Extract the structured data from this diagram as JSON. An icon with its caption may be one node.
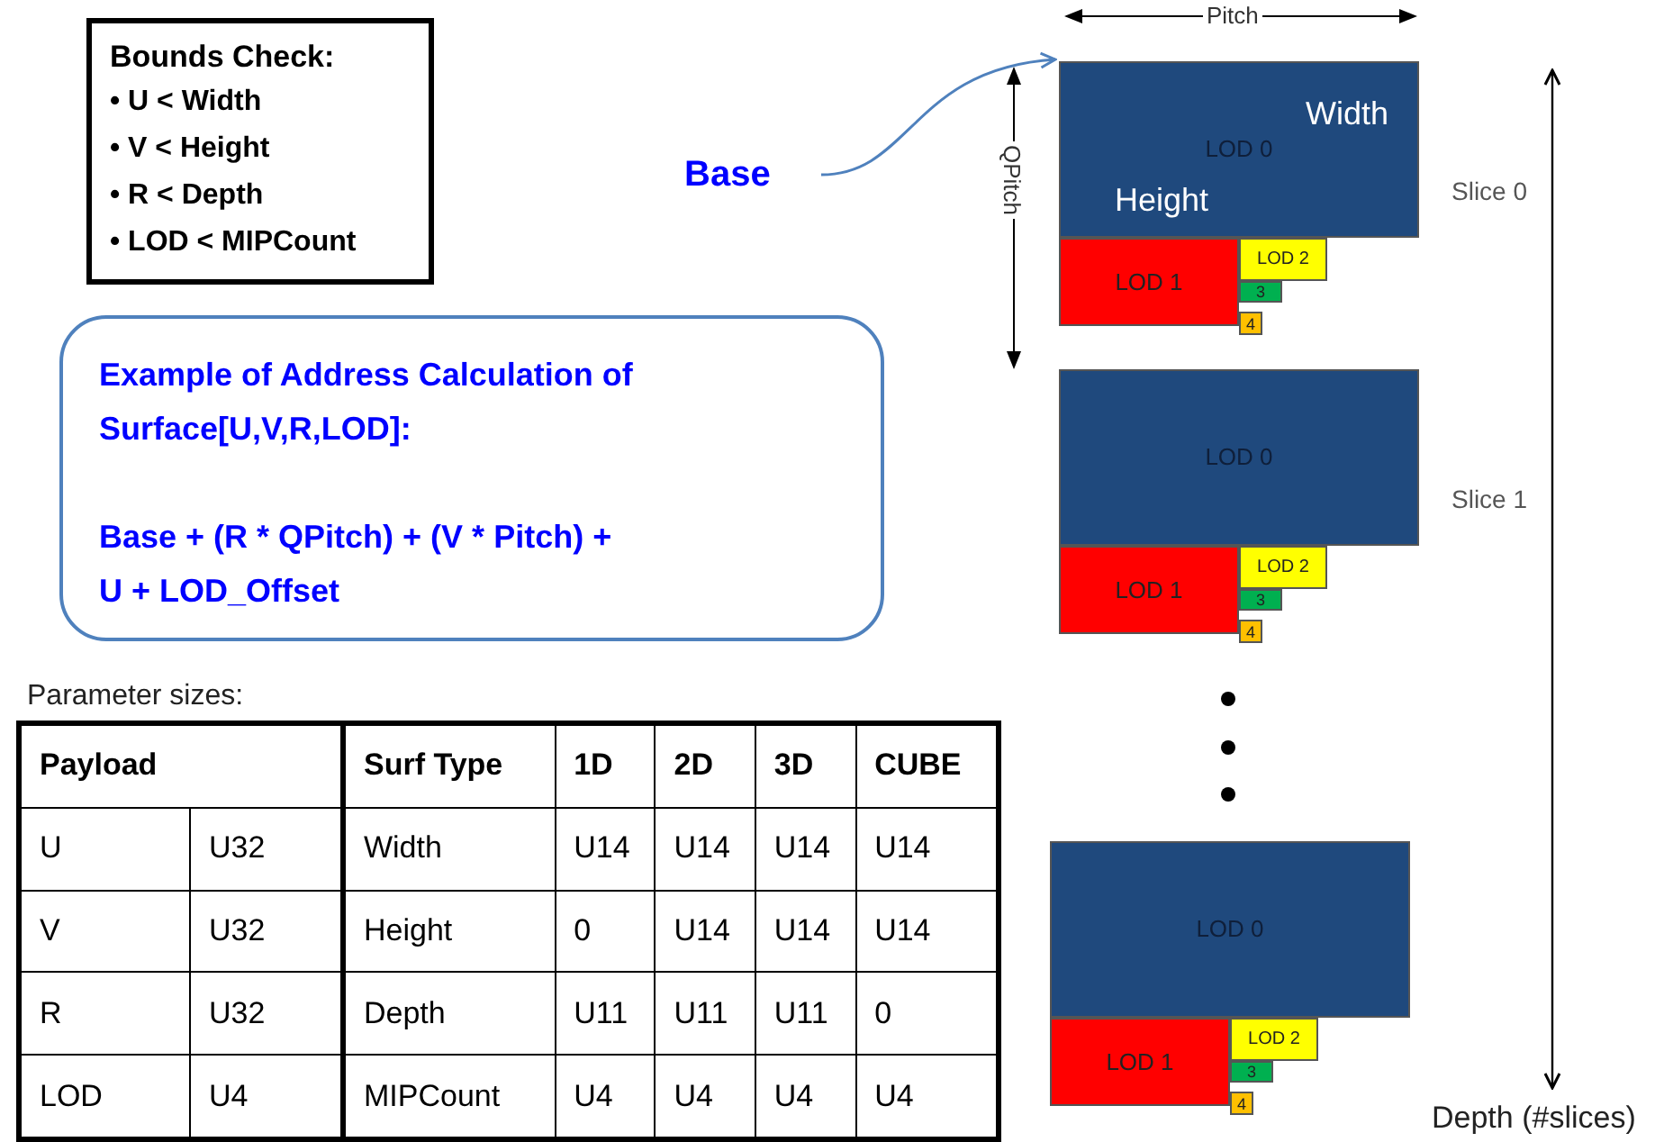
{
  "diagram": {
    "nodes": [
      {
        "text": [
          "Bounds Check:",
          "• U < Width",
          "• V < Height",
          "• R < Depth",
          "• LOD < MIPCount"
        ]
      },
      {
        "text": [
          "Example of Address Calculation of Surface[U,V,R,LOD]:",
          "Base + (R * QPitch) + (V * Pitch) + U + LOD_Offset"
        ]
      },
      {
        "text": [
          "Base"
        ]
      },
      {
        "text": [
          "Width",
          "LOD 0",
          "Height"
        ],
        "beside": [
          "Slice 0"
        ]
      },
      {
        "text": [
          "LOD 1"
        ]
      },
      {
        "text": [
          "LOD 2"
        ]
      },
      {
        "text": [
          "3"
        ]
      },
      {
        "text": [
          "4"
        ]
      },
      {
        "text": [
          "LOD 0"
        ],
        "beside": [
          "Slice 1"
        ]
      },
      {
        "text": [
          "LOD 1"
        ]
      },
      {
        "text": [
          "LOD 2"
        ]
      },
      {
        "text": [
          "3"
        ]
      },
      {
        "text": [
          "4"
        ]
      },
      {
        "text": [
          "LOD 0"
        ]
      },
      {
        "text": [
          "LOD 1"
        ]
      },
      {
        "text": [
          "LOD 2"
        ]
      },
      {
        "text": [
          "3"
        ]
      },
      {
        "text": [
          "4"
        ]
      }
    ],
    "edges": [
      {
        "from": 2,
        "to": 3,
        "arrow": "to"
      }
    ],
    "labels": [
      "Pitch",
      "QPitch",
      "Parameter sizes:",
      "Payload",
      "Surf Type",
      "1D",
      "2D",
      "3D",
      "CUBE",
      "U",
      "U32",
      "Width",
      "U14",
      "U14",
      "U14",
      "U14",
      "V",
      "U32",
      "Height",
      "0",
      "U14",
      "U14",
      "U14",
      "R",
      "U32",
      "Depth",
      "U11",
      "U11",
      "U11",
      "0",
      "LOD",
      "U4",
      "MIPCount",
      "U4",
      "U4",
      "U4",
      "U4",
      "Depth (#slices)"
    ]
  }
}
